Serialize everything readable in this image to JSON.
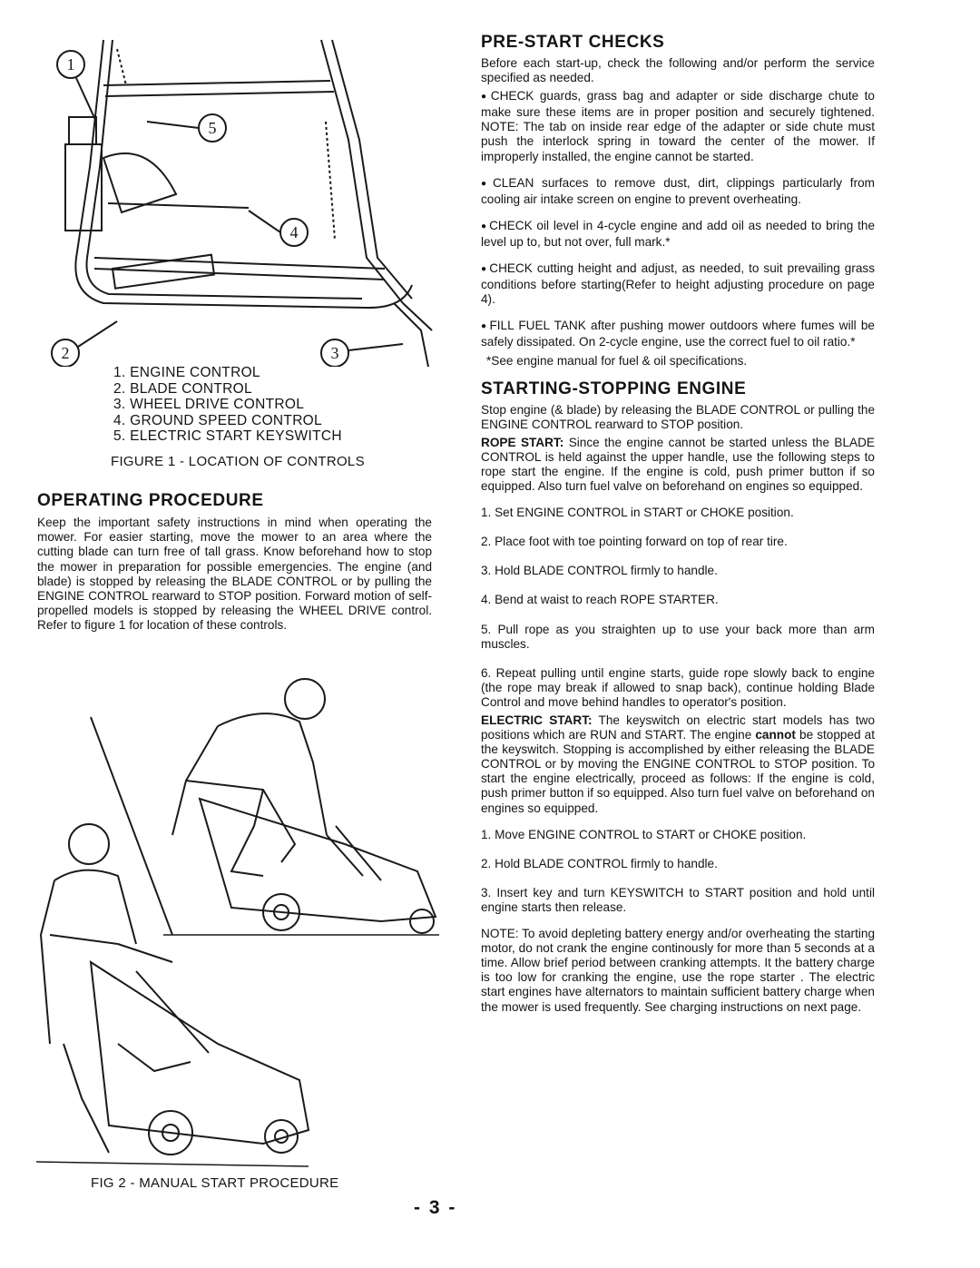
{
  "figure1": {
    "callouts": [
      "1",
      "2",
      "3",
      "4",
      "5"
    ],
    "legend": [
      "1. ENGINE CONTROL",
      "2. BLADE CONTROL",
      "3. WHEEL DRIVE CONTROL",
      "4. GROUND SPEED CONTROL",
      "5. ELECTRIC START KEYSWITCH"
    ],
    "caption": "FIGURE 1 - LOCATION OF CONTROLS"
  },
  "operating": {
    "heading": "OPERATING PROCEDURE",
    "text": "Keep the important safety instructions in mind when operating the mower. For easier starting, move the mower to an area where the cutting blade can turn free of tall grass. Know beforehand how to stop the mower in preparation for possible emergencies. The engine (and blade) is stopped by releasing the BLADE CONTROL or by pulling the ENGINE CONTROL rearward to STOP position. Forward motion of self-propelled models is stopped by releasing the WHEEL DRIVE control. Refer to figure 1 for location of these controls."
  },
  "figure2": {
    "caption": "FIG 2 - MANUAL START PROCEDURE"
  },
  "page_number": "- 3 -",
  "prestart": {
    "heading": "PRE-START CHECKS",
    "intro": "Before each start-up, check the following and/or perform the service specified as needed.",
    "bullets": [
      "CHECK guards, grass bag and adapter or side discharge chute to make sure these items are in proper position and securely tightened. NOTE: The tab on inside rear edge of the adapter or side chute must push the interlock spring in toward the center of the mower. If improperly installed, the engine cannot be started.",
      "CLEAN surfaces to remove dust, dirt, clippings particularly from cooling air intake screen on engine to prevent overheating.",
      "CHECK oil level in 4-cycle engine and add oil as needed to bring the level up to, but not over, full mark.*",
      "CHECK cutting height and adjust, as needed, to suit prevailing grass conditions before starting(Refer to height adjusting procedure on page 4).",
      "FILL FUEL TANK after pushing mower outdoors where fumes will be safely dissipated. On 2-cycle engine, use the correct fuel to oil ratio.*"
    ],
    "footnote": "*See engine manual for fuel & oil specifications."
  },
  "starting": {
    "heading": "STARTING-STOPPING ENGINE",
    "intro": "Stop engine (& blade) by releasing the BLADE CONTROL or pulling the ENGINE CONTROL rearward to STOP position.",
    "rope_label": "ROPE START:",
    "rope_text": "Since the engine cannot be started unless the BLADE CONTROL is held against the upper handle, use the following steps to rope start the engine. If the engine is cold, push primer button if so equipped. Also turn fuel valve on beforehand on engines so equipped.",
    "rope_steps": [
      "1. Set ENGINE CONTROL in START or CHOKE position.",
      "2. Place foot with toe pointing forward on top of rear tire.",
      "3. Hold BLADE CONTROL firmly to handle.",
      "4. Bend at waist to reach ROPE STARTER.",
      "5. Pull rope as you straighten up to use your back more than arm muscles.",
      "6. Repeat pulling until engine starts, guide rope slowly back to engine (the rope may break if allowed to snap back), continue holding Blade Control and move behind handles to operator's position."
    ],
    "electric_label": "ELECTRIC START:",
    "electric_text_1": "The keyswitch on electric start models has two positions which are RUN and START. The engine",
    "electric_cannot": "cannot",
    "electric_text_2": "be stopped at the keyswitch. Stopping is accomplished by either releasing the BLADE CONTROL or by moving the ENGINE CONTROL to STOP position. To start the engine electrically, proceed as follows: If the engine is cold, push primer button if so equipped. Also turn fuel valve on beforehand on engines so equipped.",
    "electric_steps": [
      "1. Move ENGINE CONTROL to START or CHOKE position.",
      "2. Hold BLADE CONTROL firmly to handle.",
      "3. Insert key and turn KEYSWITCH to START position and hold until engine starts then release."
    ],
    "note": "NOTE: To avoid depleting battery energy and/or overheating the starting motor, do not crank the engine continously for more than 5 seconds at a time. Allow brief period between cranking attempts. It the battery charge is too low for cranking the engine, use the rope starter . The electric start engines have alternators to maintain sufficient battery charge when the mower is used frequently. See charging instructions on next page."
  }
}
